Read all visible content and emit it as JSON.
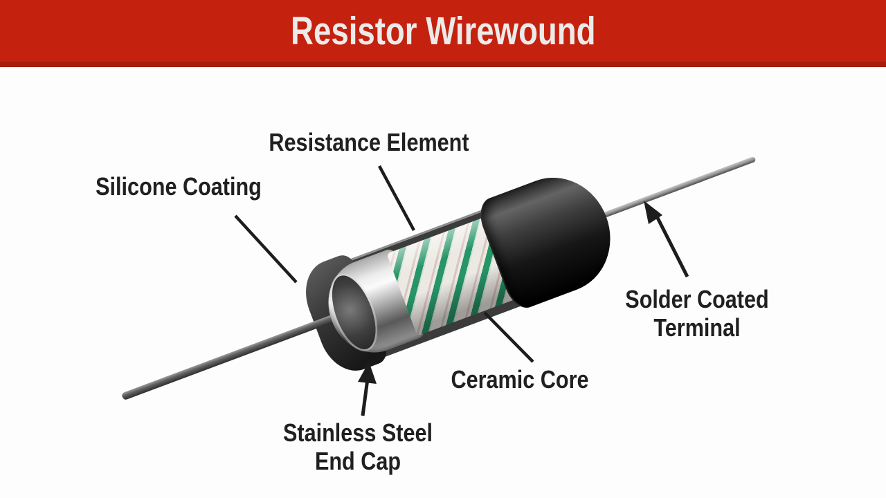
{
  "header": {
    "title": "Resistor Wirewound",
    "bg_color": "#c4220f",
    "border_color": "#a51d0e",
    "text_color": "#edeaea"
  },
  "diagram": {
    "ink_color": "#1d1d1d",
    "label_color": "#202022",
    "labels": {
      "resistance_element": "Resistance Element",
      "silicone_coating": "Silicone Coating",
      "solder_coated_terminal": "Solder Coated\nTerminal",
      "ceramic_core": "Ceramic Core",
      "stainless_steel_end_cap": "Stainless Steel\nEnd Cap"
    },
    "part_colors": {
      "winding_green": "#279566",
      "ceramic_white": "#ece9e3",
      "silicone_body_black": "#141414",
      "end_cap_chrome": "#d6d6d6",
      "lead_gray": "#8f8f8f"
    }
  }
}
